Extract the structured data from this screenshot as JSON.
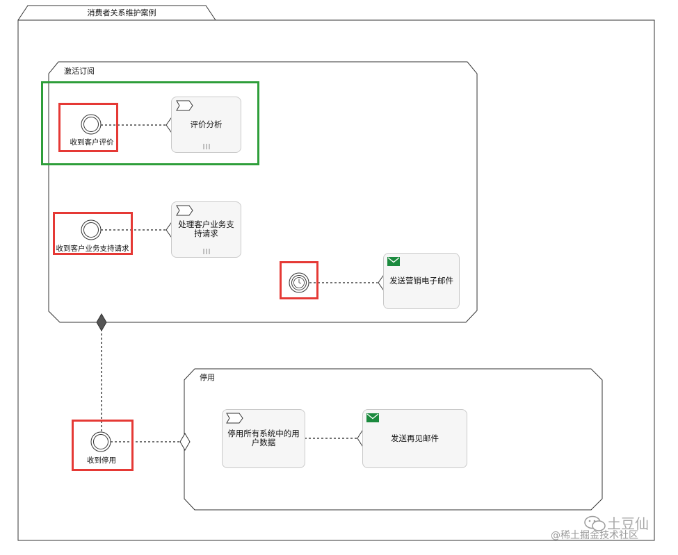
{
  "case": {
    "title": "消费者关系维护案例"
  },
  "stages": [
    {
      "label": "激活订阅"
    },
    {
      "label": "停用"
    }
  ],
  "tasks": {
    "t1": "评价分析",
    "t2": "处理客户业务支持请求",
    "t3": "发送营销电子邮件",
    "t4": "停用所有系统中的用户数据",
    "t5": "发送再见邮件"
  },
  "events": {
    "e1": "收到客户评价",
    "e2": "收到客户业务支持请求",
    "e4": "收到停用"
  },
  "watermark": {
    "line1": "土豆仙",
    "line2": "@稀土掘金技术社区"
  },
  "colors": {
    "highlight_red": "#e53935",
    "highlight_green": "#2e9e3a",
    "email_icon": "#1b8a3e"
  }
}
